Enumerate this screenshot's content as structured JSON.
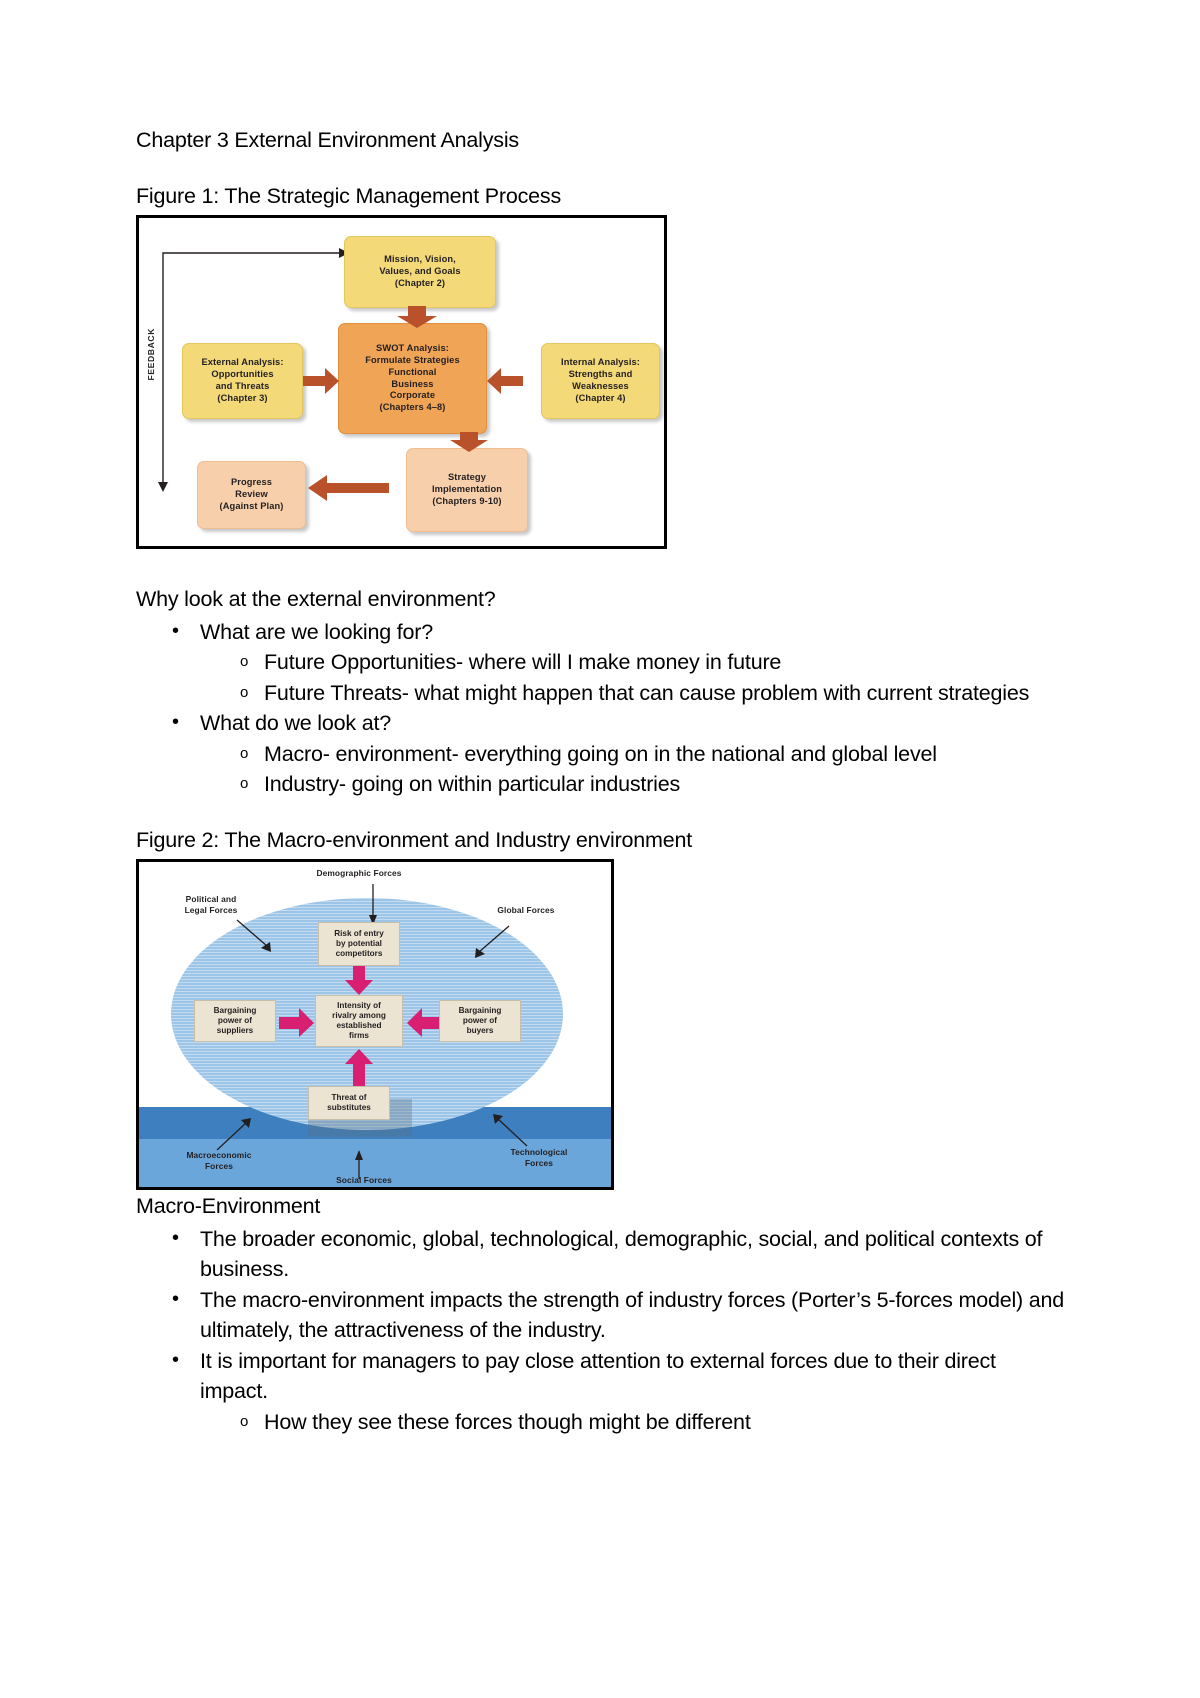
{
  "document": {
    "heading": "Chapter 3 External Environment Analysis",
    "figure1_caption": "Figure 1: The Strategic Management Process",
    "figure2_caption": "Figure 2: The Macro-environment and Industry environment",
    "section_why": "Why look at the external environment?",
    "section_macro": "Macro-Environment"
  },
  "figure1": {
    "title": "The Strategic Management Process",
    "feedback_label": "FEEDBACK",
    "boxes": {
      "mission": "Mission, Vision, Values, and Goals (Chapter 2)",
      "mission_lines": [
        "Mission, Vision,",
        "Values, and Goals",
        "(Chapter 2)"
      ],
      "external": [
        "External Analysis:",
        "Opportunities",
        "and Threats",
        "(Chapter 3)"
      ],
      "swot": [
        "SWOT Analysis:",
        "Formulate Strategies",
        "Functional",
        "Business",
        "Corporate",
        "(Chapters 4–8)"
      ],
      "internal": [
        "Internal Analysis:",
        "Strengths and",
        "Weaknesses",
        "(Chapter 4)"
      ],
      "progress": [
        "Progress",
        "Review",
        "(Against Plan)"
      ],
      "strategy": [
        "Strategy",
        "Implementation",
        "(Chapters 9-10)"
      ]
    },
    "colors": {
      "yellow": "#f3d978",
      "orange": "#f0a455",
      "peach": "#f8cfab",
      "arrow": "#b9512a"
    }
  },
  "figure2": {
    "title": "The Macro-environment and Industry environment",
    "macro_labels": {
      "demographic": "Demographic Forces",
      "political": [
        "Political and",
        "Legal Forces"
      ],
      "global": "Global Forces",
      "macroeconomic": [
        "Macroeconomic",
        "Forces"
      ],
      "technological": [
        "Technological",
        "Forces"
      ],
      "social": "Social Forces"
    },
    "forces": {
      "entry": [
        "Risk of entry",
        "by potential",
        "competitors"
      ],
      "rivalry": [
        "Intensity of",
        "rivalry among",
        "established",
        "firms"
      ],
      "suppliers": [
        "Bargaining",
        "power of",
        "suppliers"
      ],
      "buyers": [
        "Bargaining",
        "power of",
        "buyers"
      ],
      "substitutes": [
        "Threat of",
        "substitutes"
      ]
    },
    "colors": {
      "ellipse": "#9cc5e8",
      "sea": "#6aa6da",
      "sea_dark": "#3e80bf",
      "arrow": "#d81f72",
      "box": "#ece4d2"
    }
  },
  "why_list": {
    "q1": "What are we looking for?",
    "q1_subs": [
      "Future Opportunities- where will I make money in future",
      "Future Threats- what might happen that can cause problem with current strategies"
    ],
    "q2": "What do we look at?",
    "q2_subs": [
      "Macro- environment- everything going on in the national and global level",
      "Industry- going on within particular industries"
    ]
  },
  "macro_list": {
    "bullets": [
      "The broader economic, global, technological, demographic, social, and political contexts of business.",
      "The macro-environment impacts the strength of industry forces (Porter’s 5-forces model) and ultimately, the attractiveness of the industry.",
      "It is important for managers to pay close attention to external forces due to their direct impact."
    ],
    "sub": "How they see these forces though might be different"
  }
}
